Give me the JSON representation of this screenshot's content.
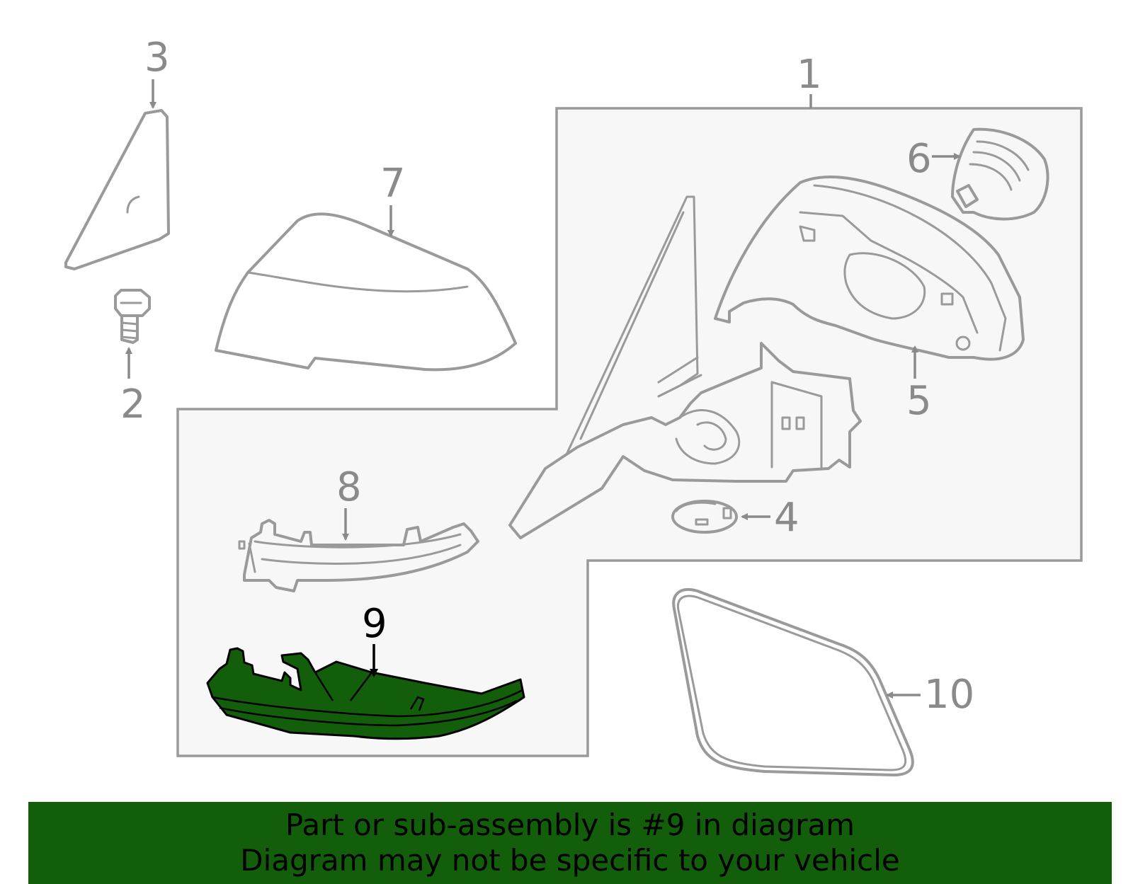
{
  "diagram": {
    "callouts": {
      "c1": "1",
      "c2": "2",
      "c3": "3",
      "c4": "4",
      "c5": "5",
      "c6": "6",
      "c7": "7",
      "c8": "8",
      "c9": "9",
      "c10": "10"
    },
    "highlighted_part": "9",
    "colors": {
      "highlight": "#125e0a",
      "line_art": "#9a9a9a",
      "assembly_box": "#f7f7f7"
    }
  },
  "banner": {
    "line1": "Part or sub-assembly is #9 in diagram",
    "line2": "Diagram may not be specific to your vehicle"
  }
}
